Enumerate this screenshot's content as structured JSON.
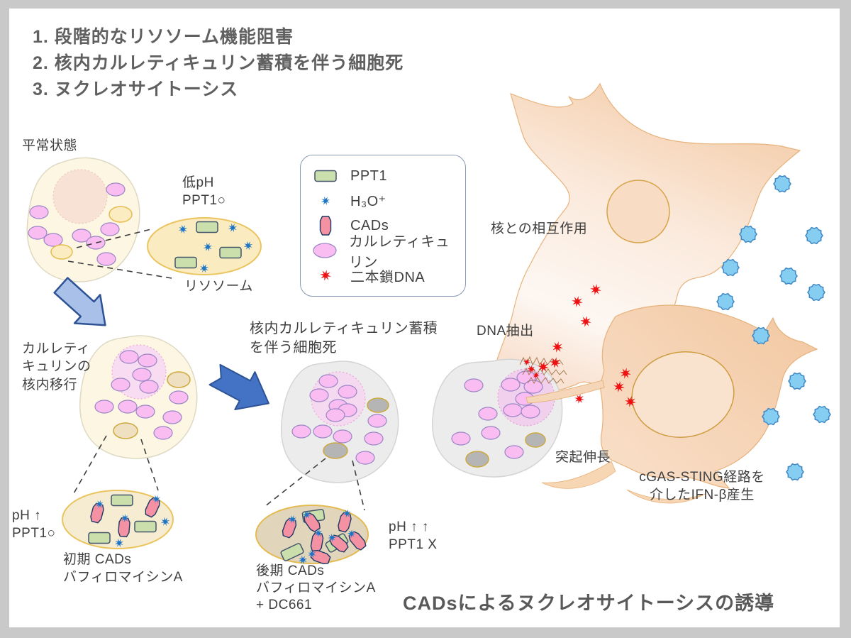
{
  "header": {
    "lines": [
      "1. 段階的なリソソーム機能阻害",
      "2. 核内カルレティキュリン蓄積を伴う細胞死",
      "3. ヌクレオサイトーシス"
    ]
  },
  "title": "CADsによるヌクレオサイトーシスの誘導",
  "labels": {
    "normal_state": "平常状態",
    "low_ph": "低pH\nPPT1○",
    "lysosome": "リソソーム",
    "crt_move": "カルレティ\nキュリンの\n核内移行",
    "ph_up": "pH ↑\nPPT1○",
    "early": "初期 CADs\nバフィロマイシンA",
    "death": "核内カルレティキュリン蓄積\nを伴う細胞死",
    "ph_upup": "pH ↑ ↑\nPPT1 X",
    "late": "後期 CADs\nバフィロマイシンA\n+ DC661",
    "nuc_interaction": "核との相互作用",
    "dna_extract": "DNA抽出",
    "protrusion": "突起伸長",
    "cgas": "cGAS-STING経路を\n介したIFN-β産生"
  },
  "legend": {
    "items": [
      {
        "label": "PPT1"
      },
      {
        "label": "H₃O⁺"
      },
      {
        "label": "CADs"
      },
      {
        "label": "カルレティキュリン"
      },
      {
        "label": "二本鎖DNA"
      }
    ],
    "icons": {
      "ppt1": [
        [
          17,
          10,
          0
        ]
      ],
      "h3o": [
        [
          9,
          9
        ]
      ],
      "cad": [
        [
          10,
          15,
          0,
          0
        ]
      ],
      "crt": [
        [
          18,
          11,
          16,
          10
        ]
      ],
      "dna": [
        [
          9,
          9
        ]
      ]
    }
  },
  "colors": {
    "frame": "#c9c9c9",
    "canvas": "#ffffff",
    "text": "#3f3f3f",
    "heading": "#606060",
    "title": "#595959",
    "cell_cream": "#fcf6e2",
    "cell_cream_stroke": "#ded9c3",
    "nucleus_peach": "#f7e2d5",
    "nucleus_peach_stroke": "#ecc9b4",
    "nucleus_pink": "#f8dcf2",
    "nucleus_pink_stroke": "#efa5da",
    "nucleus_pink3": "#f4d9f0",
    "nucleus_pink4": "#f0d0ec",
    "cell_gray": "#ececec",
    "cell_gray_stroke": "#d4d4d4",
    "lysosome_yellow": "#fcecc2",
    "lysosome_yellow_stroke": "#e6bb4f",
    "lysosome_tan": "#efe0c2",
    "lysosome_gray": "#b5b5b5",
    "lysosome_ring": "#cda83e",
    "zoom1_fill": "#faecc0",
    "zoom1_stroke": "#eac45e",
    "zoom2_fill": "#f6ecd2",
    "zoom3_fill": "#e1d6bb",
    "zoom3_stroke": "#e4ba52",
    "ppt1_fill": "#cbdfad",
    "ppt1_stroke": "#44546a",
    "h3o": "#1d74c4",
    "cad_fill": "#f492a3",
    "cad_stroke": "#1f3864",
    "crt_fill": "#f9bdf1",
    "crt_stroke": "#9b86c5",
    "dna": "#ee1111",
    "ifn_fill": "#85cef2",
    "ifn_stroke": "#3f88c5",
    "arrow_light": "#a9c0e8",
    "arrow_dark": "#4472c4",
    "arrow_stroke": "#2e5395",
    "bigcell_stroke": "#e7b27c",
    "scribble": "#a3774b",
    "dash": "#3f3f3f"
  },
  "markers": {
    "cell1": {
      "crt": [
        [
          163,
          267
        ],
        [
          55,
          299
        ],
        [
          53,
          328
        ],
        [
          75,
          338
        ],
        [
          115,
          332
        ],
        [
          135,
          342
        ],
        [
          155,
          323
        ],
        [
          150,
          365
        ]
      ],
      "lysosomes": [
        [
          170,
          302,
          16,
          11
        ],
        [
          87,
          355,
          15,
          10
        ]
      ]
    },
    "lyso1": {
      "ppt1": [
        [
          292,
          320,
          0
        ],
        [
          325,
          356,
          0
        ],
        [
          262,
          370,
          0
        ]
      ],
      "h3o": [
        [
          258,
          323
        ],
        [
          328,
          321
        ],
        [
          293,
          348
        ],
        [
          350,
          346
        ],
        [
          288,
          378
        ]
      ]
    },
    "cell2": {
      "nuc_crt": [
        [
          182,
          503
        ],
        [
          208,
          508
        ],
        [
          200,
          528
        ],
        [
          170,
          542
        ],
        [
          210,
          545
        ]
      ],
      "crt": [
        [
          147,
          573
        ],
        [
          180,
          573
        ],
        [
          205,
          580
        ],
        [
          252,
          560
        ],
        [
          243,
          588
        ],
        [
          230,
          610
        ]
      ],
      "lysosomes": [
        [
          252,
          535,
          16,
          11
        ],
        [
          177,
          607,
          17,
          11
        ]
      ]
    },
    "lyso2": {
      "ppt1": [
        [
          172,
          705,
          0
        ],
        [
          205,
          742,
          0
        ],
        [
          140,
          758,
          0
        ]
      ],
      "cads": [
        [
          137,
          723,
          15,
          1
        ],
        [
          215,
          715,
          25,
          1
        ],
        [
          175,
          743,
          5,
          1
        ]
      ],
      "h3o": [
        [
          233,
          735
        ],
        [
          168,
          765
        ]
      ]
    },
    "cell3": {
      "nuc_crt": [
        [
          463,
          537
        ],
        [
          450,
          557
        ],
        [
          490,
          552
        ],
        [
          477,
          572
        ],
        [
          490,
          578
        ],
        [
          473,
          585
        ]
      ],
      "crt": [
        [
          425,
          608
        ],
        [
          455,
          608
        ],
        [
          483,
          615
        ],
        [
          532,
          593
        ],
        [
          527,
          618
        ],
        [
          515,
          645
        ]
      ],
      "lysosomes": [
        [
          533,
          571,
          15,
          10
        ],
        [
          473,
          635,
          17,
          11
        ]
      ]
    },
    "lyso3": {
      "ppt1": [
        [
          442,
          727,
          -8
        ],
        [
          475,
          765,
          -30
        ],
        [
          412,
          778,
          -25
        ]
      ],
      "cads": [
        [
          408,
          744,
          20,
          1
        ],
        [
          440,
          736,
          -35,
          1
        ],
        [
          486,
          736,
          15,
          1
        ],
        [
          447,
          764,
          10,
          1
        ],
        [
          478,
          766,
          -50,
          1
        ],
        [
          504,
          762,
          -40,
          1
        ],
        [
          452,
          785,
          -70,
          1
        ]
      ],
      "h3o": [
        [
          427,
          789
        ]
      ]
    },
    "cell4": {
      "nuc_crt": [
        [
          720,
          542
        ],
        [
          742,
          532
        ],
        [
          752,
          545
        ],
        [
          740,
          562
        ],
        [
          723,
          578
        ],
        [
          748,
          580
        ]
      ],
      "crt": [
        [
          668,
          543
        ],
        [
          688,
          583
        ],
        [
          692,
          610
        ],
        [
          650,
          618
        ],
        [
          725,
          637
        ]
      ],
      "lysosomes": [
        [
          755,
          620,
          14,
          10
        ],
        [
          673,
          647,
          16,
          11
        ]
      ]
    },
    "dna": [
      [
        840,
        408
      ],
      [
        814,
        425
      ],
      [
        826,
        453
      ],
      [
        786,
        489
      ],
      [
        783,
        511
      ],
      [
        766,
        517
      ],
      [
        743,
        510,
        5
      ],
      [
        749,
        520,
        6
      ],
      [
        756,
        529,
        5
      ],
      [
        817,
        562,
        7
      ],
      [
        882,
        526
      ],
      [
        873,
        545
      ],
      [
        889,
        566
      ]
    ],
    "ifn": [
      [
        1103,
        259
      ],
      [
        1055,
        330
      ],
      [
        1148,
        332
      ],
      [
        1030,
        377
      ],
      [
        1112,
        389
      ],
      [
        1151,
        412
      ],
      [
        1023,
        425
      ],
      [
        1073,
        473
      ],
      [
        1124,
        537
      ],
      [
        1087,
        587
      ],
      [
        1159,
        584
      ],
      [
        1121,
        665
      ]
    ]
  }
}
